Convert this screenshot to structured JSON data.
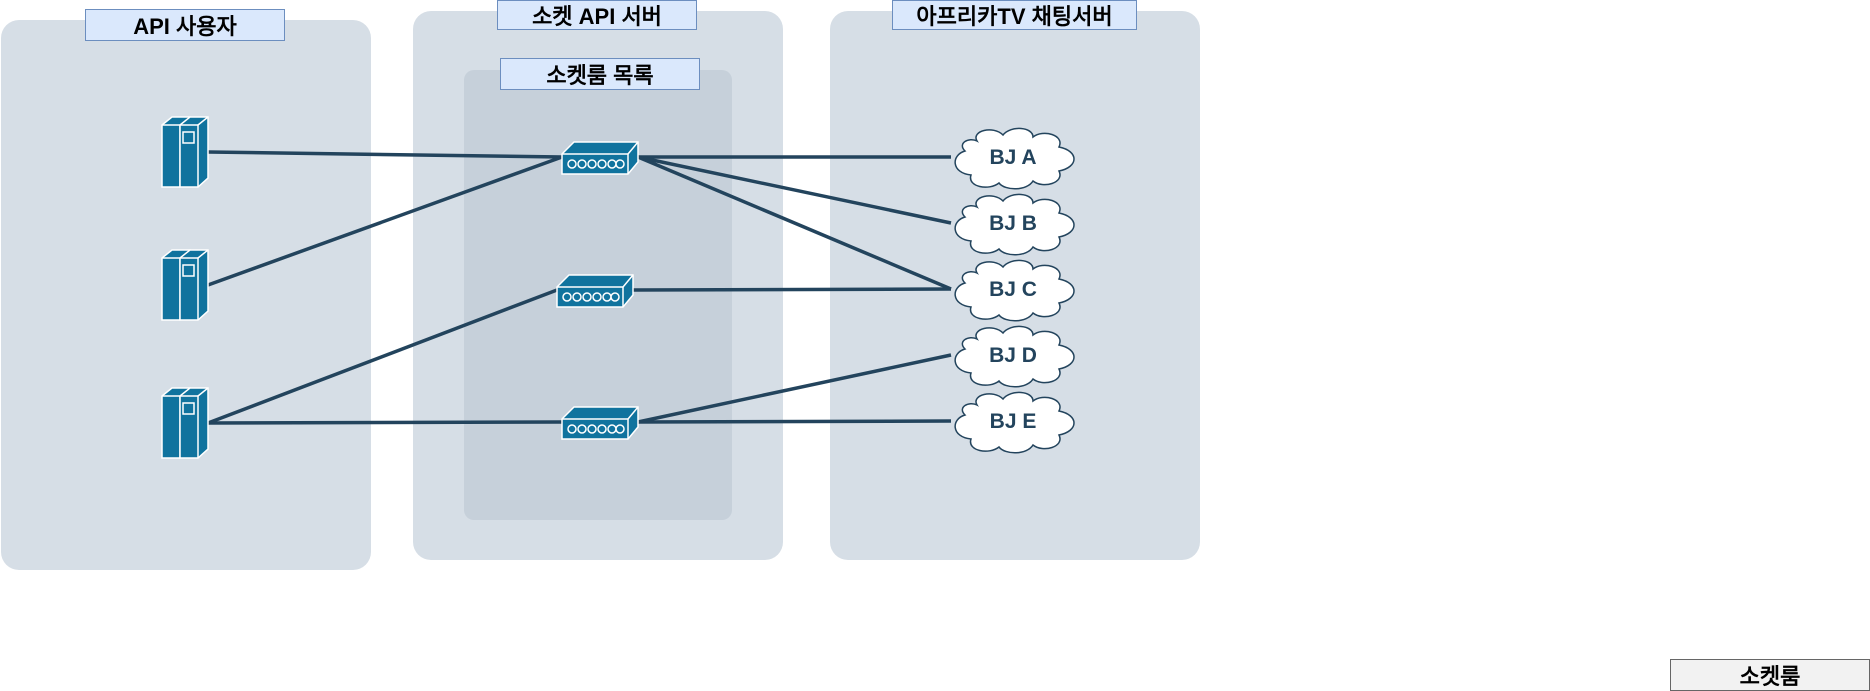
{
  "groups": {
    "api_users": {
      "title": "API 사용자"
    },
    "socket_server": {
      "title": "소켓 API 서버"
    },
    "socket_room_list": {
      "title": "소켓룸 목록"
    },
    "chat_server": {
      "title": "아프리카TV 채팅서버"
    }
  },
  "servers": [
    {
      "id": "user-1",
      "icon": "server-icon"
    },
    {
      "id": "user-2",
      "icon": "server-icon"
    },
    {
      "id": "user-3",
      "icon": "server-icon"
    }
  ],
  "socket_rooms": [
    {
      "id": "room-1",
      "icon": "hub-icon"
    },
    {
      "id": "room-2",
      "icon": "hub-icon"
    },
    {
      "id": "room-3",
      "icon": "hub-icon"
    }
  ],
  "bjs": [
    {
      "id": "bj-a",
      "label": "BJ A"
    },
    {
      "id": "bj-b",
      "label": "BJ B"
    },
    {
      "id": "bj-c",
      "label": "BJ C"
    },
    {
      "id": "bj-d",
      "label": "BJ D"
    },
    {
      "id": "bj-e",
      "label": "BJ E"
    }
  ],
  "connections": [
    [
      "user-1",
      "room-1"
    ],
    [
      "user-2",
      "room-1"
    ],
    [
      "user-3",
      "room-2"
    ],
    [
      "user-3",
      "room-3"
    ],
    [
      "room-1",
      "bj-a"
    ],
    [
      "room-1",
      "bj-b"
    ],
    [
      "room-1",
      "bj-c"
    ],
    [
      "room-2",
      "bj-c"
    ],
    [
      "room-3",
      "bj-d"
    ],
    [
      "room-3",
      "bj-e"
    ]
  ],
  "legend": {
    "label": "소켓룸"
  },
  "colors": {
    "panel": "#d6dee6",
    "inner_panel": "#c6d0da",
    "line": "#23445d",
    "icon": "#10739e",
    "label_fill": "#dae8fc",
    "label_border": "#6c8ebf"
  }
}
